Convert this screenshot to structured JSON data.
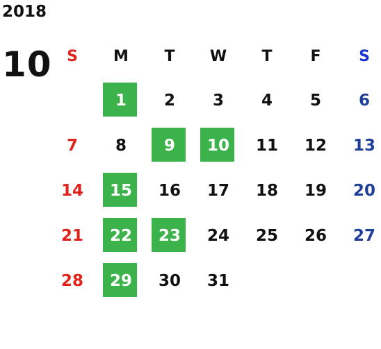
{
  "year": "2018",
  "month": "10",
  "weekdays": [
    "S",
    "M",
    "T",
    "W",
    "T",
    "F",
    "S"
  ],
  "weeks": [
    [
      {
        "d": ""
      },
      {
        "d": "1",
        "hl": true
      },
      {
        "d": "2"
      },
      {
        "d": "3"
      },
      {
        "d": "4"
      },
      {
        "d": "5"
      },
      {
        "d": "6"
      }
    ],
    [
      {
        "d": "7"
      },
      {
        "d": "8"
      },
      {
        "d": "9",
        "hl": true
      },
      {
        "d": "10",
        "hl": true
      },
      {
        "d": "11"
      },
      {
        "d": "12"
      },
      {
        "d": "13"
      }
    ],
    [
      {
        "d": "14"
      },
      {
        "d": "15",
        "hl": true
      },
      {
        "d": "16"
      },
      {
        "d": "17"
      },
      {
        "d": "18"
      },
      {
        "d": "19"
      },
      {
        "d": "20"
      }
    ],
    [
      {
        "d": "21"
      },
      {
        "d": "22",
        "hl": true
      },
      {
        "d": "23",
        "hl": true
      },
      {
        "d": "24"
      },
      {
        "d": "25"
      },
      {
        "d": "26"
      },
      {
        "d": "27"
      }
    ],
    [
      {
        "d": "28"
      },
      {
        "d": "29",
        "hl": true
      },
      {
        "d": "30"
      },
      {
        "d": "31"
      },
      {
        "d": ""
      },
      {
        "d": ""
      },
      {
        "d": ""
      }
    ]
  ],
  "colors": {
    "sunday": "#e0241b",
    "saturday": "#1f3f99",
    "saturday_header": "#1a37d6",
    "highlight": "#3cb34a"
  }
}
